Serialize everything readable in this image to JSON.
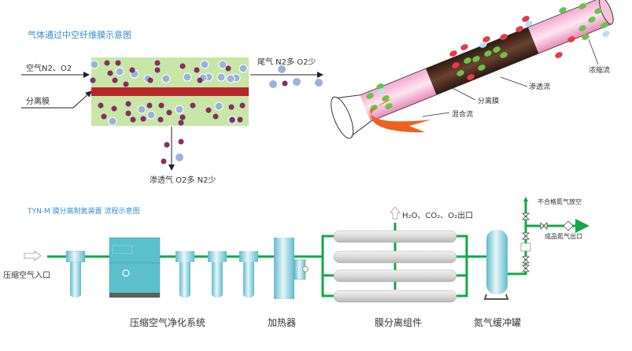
{
  "top_left": {
    "title": "气体通过中空纤维膜示意图",
    "label_air_in": "空气N2、O2",
    "label_membrane": "分离膜",
    "label_tail_gas": "尾气 N2多 O2少",
    "label_permeate": "渗透气  O2多 N2少",
    "colors": {
      "chamber": "#c8e6a6",
      "membrane": "#b8282a",
      "o2_dot": "#c01a3a",
      "o2_ring": "#3b3f9a",
      "n2_dot": "#9ab3dc"
    }
  },
  "top_right": {
    "label_concentrate": "浓缩流",
    "label_permeate_flow": "渗透流",
    "label_membrane": "分离膜",
    "label_mixed_flow": "混合流",
    "colors": {
      "tube_pink": "#f6b9d6",
      "core": "#4a2a1a",
      "arrow": "#f06020"
    }
  },
  "bottom": {
    "title": "TYN-M 膜分离制氮装置 流程示意图",
    "label_inlet": "压缩空气入口",
    "label_purification": "压缩空气净化系统",
    "label_heater": "加热器",
    "label_membrane_module": "膜分离组件",
    "label_buffer_tank": "氮气缓冲罐",
    "label_exhaust": "H₂O、CO₂、O₂出口",
    "label_unqualified_vent": "不合格氮气放空",
    "label_product_outlet": "成品氮气出口",
    "colors": {
      "pipe": "#12a84a",
      "equipment": "#6fc6d4",
      "module": "#d8d8d8"
    }
  }
}
